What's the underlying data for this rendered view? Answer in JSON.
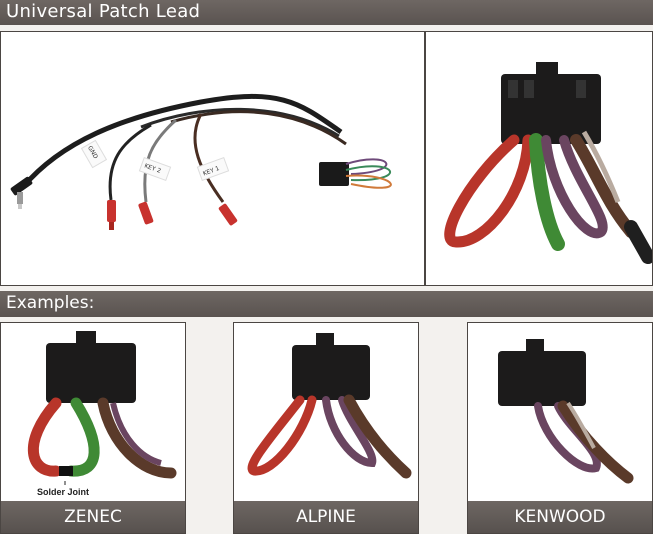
{
  "header": {
    "title": "Universal Patch Lead"
  },
  "lead_labels": [
    "GND",
    "KEY 2",
    "KEY 1"
  ],
  "examples_header": {
    "title": "Examples:"
  },
  "examples": [
    {
      "caption": "ZENEC",
      "note": "Solder Joint"
    },
    {
      "caption": "ALPINE"
    },
    {
      "caption": "KENWOOD"
    }
  ],
  "colors": {
    "header_bar": "#625b57",
    "red_wire": "#b8352a",
    "green_wire": "#3f8a35",
    "purple_wire": "#6a4560",
    "connector": "#1c1b1b"
  }
}
